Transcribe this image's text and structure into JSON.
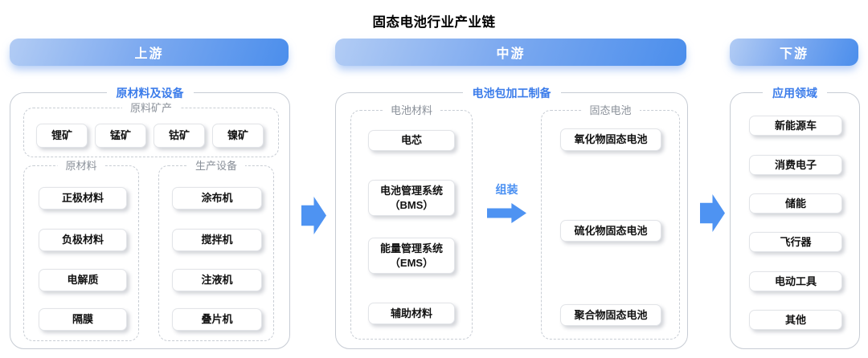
{
  "title": "固态电池行业产业链",
  "colors": {
    "accent_blue": "#3b7cea",
    "arrow_blue": "#4e93f2",
    "banner_gradient_start": "#b2ccf4",
    "banner_gradient_end": "#4b8eec",
    "sublabel_gray": "#8a9099"
  },
  "upstream": {
    "header": "上游",
    "panel_label": "原材料及设备",
    "minerals": {
      "label": "原料矿产",
      "items": [
        "锂矿",
        "锰矿",
        "钴矿",
        "镍矿"
      ]
    },
    "raw_materials": {
      "label": "原材料",
      "items": [
        "正极材料",
        "负极材料",
        "电解质",
        "隔膜"
      ]
    },
    "equipment": {
      "label": "生产设备",
      "items": [
        "涂布机",
        "搅拌机",
        "注液机",
        "叠片机"
      ]
    }
  },
  "midstream": {
    "header": "中游",
    "panel_label": "电池包加工制备",
    "battery_materials": {
      "label": "电池材料",
      "items": [
        "电芯",
        "电池管理系统\n（BMS）",
        "能量管理系统\n（EMS）",
        "辅助材料"
      ]
    },
    "assembly_label": "组装",
    "solid_batteries": {
      "label": "固态电池",
      "items": [
        "氧化物固态电池",
        "硫化物固态电池",
        "聚合物固态电池"
      ]
    }
  },
  "downstream": {
    "header": "下游",
    "panel_label": "应用领域",
    "applications": {
      "items": [
        "新能源车",
        "消费电子",
        "储能",
        "飞行器",
        "电动工具",
        "其他"
      ]
    }
  }
}
